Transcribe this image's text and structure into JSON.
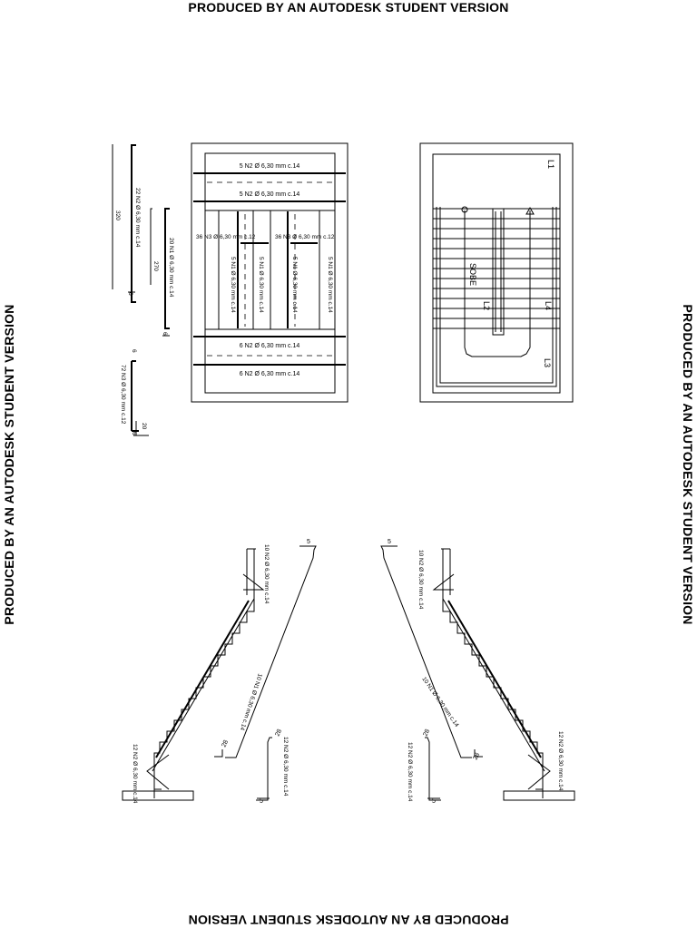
{
  "watermark": "PRODUCED BY AN AUTODESK STUDENT VERSION",
  "top_plan": {
    "top_bars_1": "5 N2 Ø 6,30 mm c.14",
    "top_bars_2": "5 N2 Ø 6,30 mm c.14",
    "cross_bars_left": "36 N3 Ø 6,30 mm c.12",
    "cross_bars_right": "36 N3 Ø 6,30 mm c.12",
    "long_bar_1": "5 N1 Ø 6,30 mm c.14",
    "long_bar_2": "5 N1 Ø 6,30 mm c.14",
    "long_bar_3": "5 N1 Ø 6,30 mm c.14",
    "long_bar_4": "5 N1 Ø 6,30 mm c.14",
    "bottom_bars_1": "6 N2 Ø 6,30 mm c.14",
    "bottom_bars_2": "6 N2 Ø 6,30 mm c.14"
  },
  "bar_schedule": {
    "n2_label": "22 N2 Ø 6,30 mm c.14",
    "n2_length": "320",
    "n2_hook": "6",
    "n1_label": "20 N1 Ø 6,30 mm c.14",
    "n1_length": "270",
    "n1_hook": "6",
    "n3_hook_top": "6",
    "n3_label": "72 N3 Ø 6,30 mm c.12",
    "n3_hook_bottom": "20",
    "n3_end": "6"
  },
  "stair_plan": {
    "l1": "L1",
    "l2": "L2",
    "l3": "L3",
    "l4": "L4",
    "direction": "SOBE"
  },
  "section_left": {
    "top_label": "10 N2 Ø 6,30 mm c.14",
    "diag_label": "10 N1 Ø 6,30 mm c.14",
    "bottom_label": "12 N2 Ø 6,30 mm c.14",
    "right_label": "12 N2 Ø 6,30 mm c.14",
    "dim_top": "5",
    "dim_28a": "28",
    "dim_28b": "28",
    "dim_bottom": "5"
  },
  "section_right": {
    "top_label": "10 N2 Ø 6,30 mm c.14",
    "diag_label": "10 N1 Ø 6,30 mm c.14",
    "bottom_label": "12 N2 Ø 6,30 mm c.14",
    "right_label": "12 N2 Ø 6,30 mm c.14",
    "dim_top": "5",
    "dim_28a": "28",
    "dim_28b": "28",
    "dim_bottom": "5"
  }
}
